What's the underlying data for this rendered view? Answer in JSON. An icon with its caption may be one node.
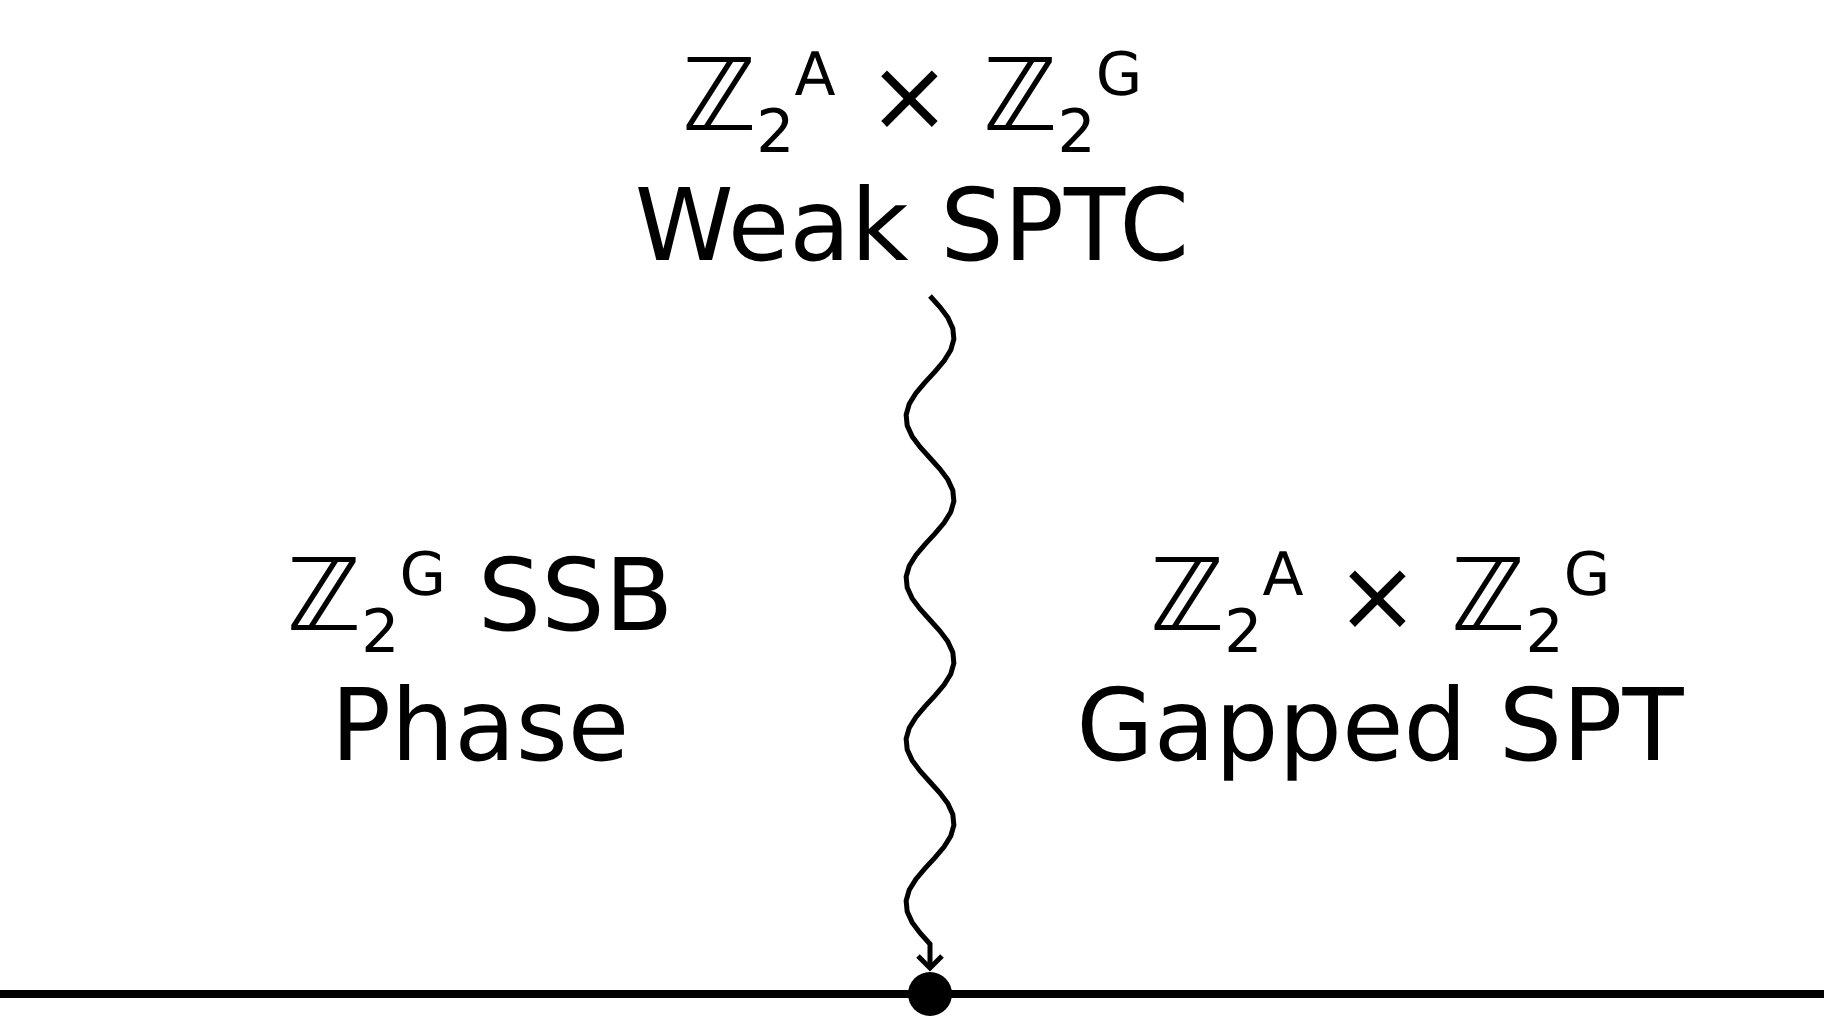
{
  "diagram": {
    "nodes": [
      {
        "text": [
          "ℤ$_{2}$$^{A}$ × ℤ$_{2}$$^{G}$",
          "Weak SPTC"
        ]
      },
      {
        "text": [],
        "shape": "circle"
      }
    ],
    "edges": [
      {
        "from": 0,
        "to": 1,
        "arrow": "to"
      }
    ],
    "labels": [
      "ℤ$_{2}$$^{G}$ SSB Phase",
      "ℤ$_{2}$$^{A}$ × ℤ$_{2}$$^{G}$ Gapped SPT"
    ]
  }
}
